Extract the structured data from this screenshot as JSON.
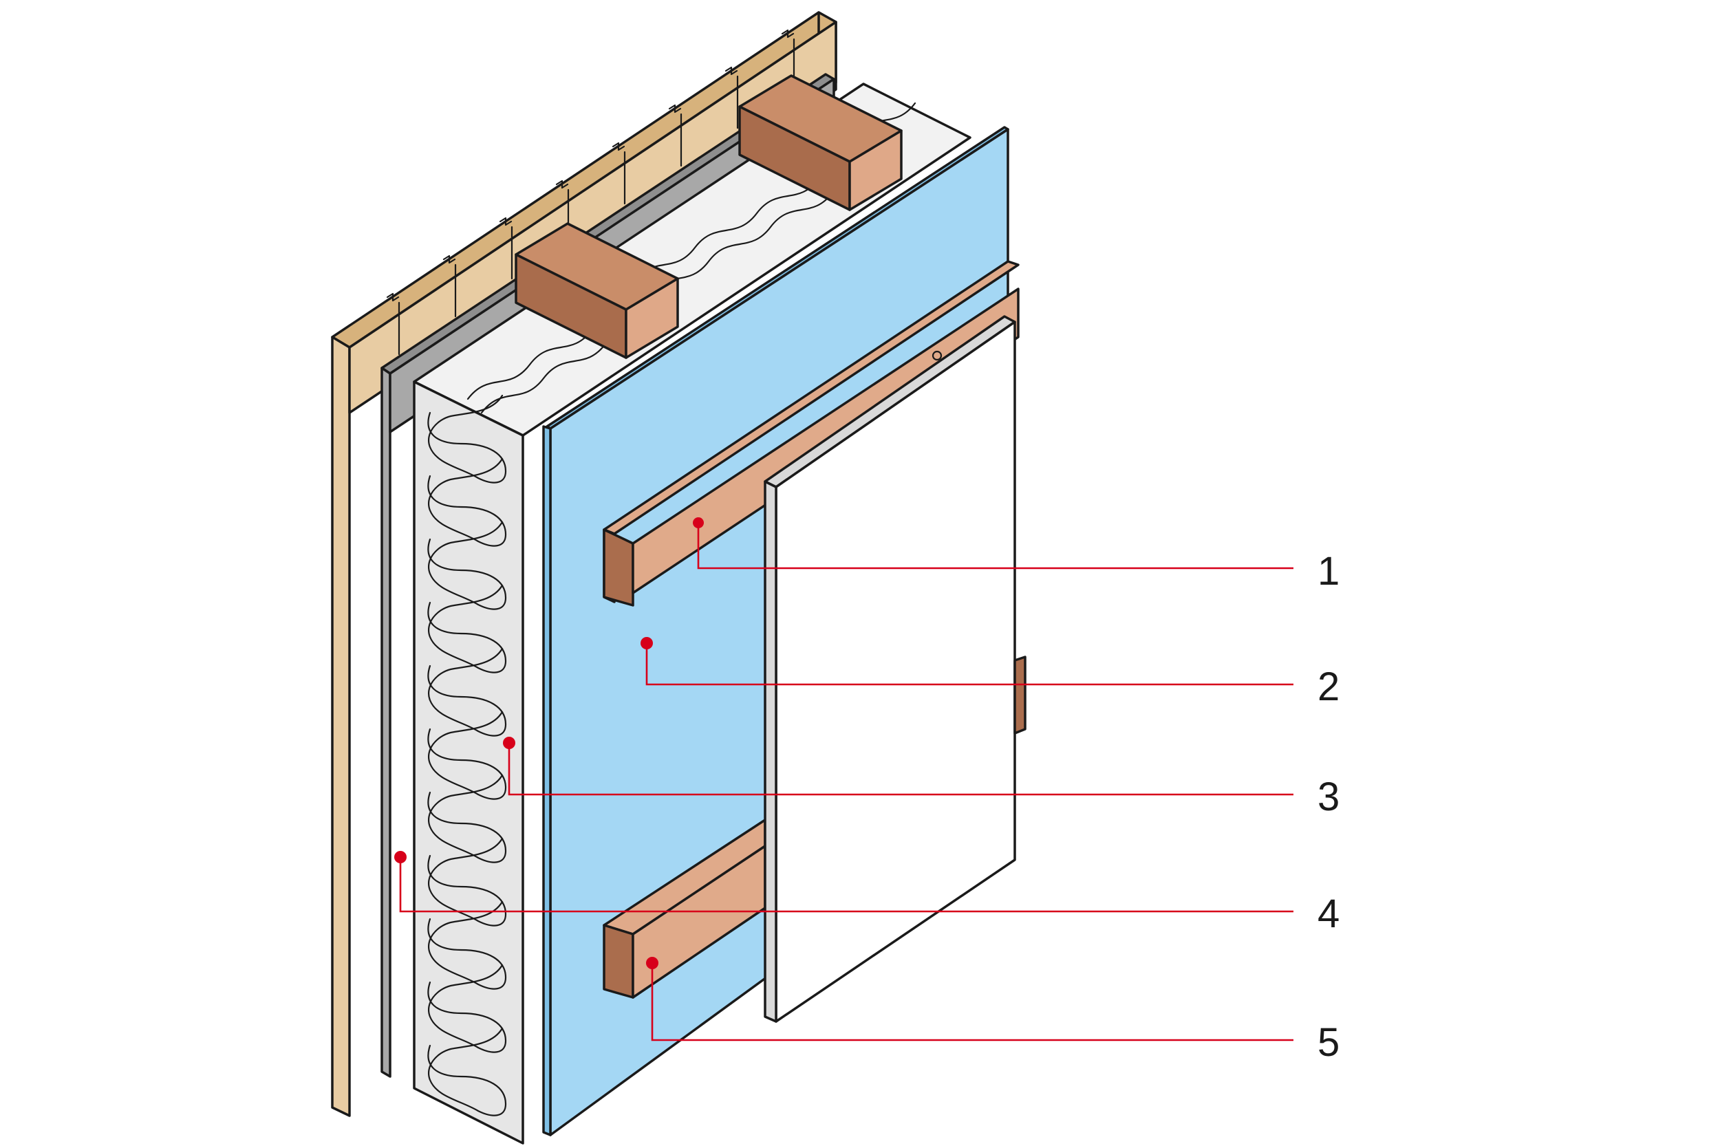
{
  "colors": {
    "background": "#ffffff",
    "outline": "#1a1a1a",
    "cladding_face": "#e8cca3",
    "cladding_side": "#d7b27c",
    "membrane_face": "#a8a8a8",
    "membrane_side": "#8e8e8e",
    "insulation_face": "#e6e6e6",
    "insulation_side": "#f2f2f2",
    "stud_top": "#c98d69",
    "stud_side": "#a96c4c",
    "stud_face": "#dfa888",
    "board_face": "#a4d7f4",
    "board_side": "#7fc0e6",
    "batten_face": "#e0aa8a",
    "batten_end": "#aa6d4d",
    "plasterboard_face": "#ffffff",
    "plasterboard_side": "#d9d9d9",
    "callout": "#d7001a"
  },
  "callouts": [
    {
      "id": "1",
      "label": "1"
    },
    {
      "id": "2",
      "label": "2"
    },
    {
      "id": "3",
      "label": "3"
    },
    {
      "id": "4",
      "label": "4"
    },
    {
      "id": "5",
      "label": "5"
    }
  ]
}
